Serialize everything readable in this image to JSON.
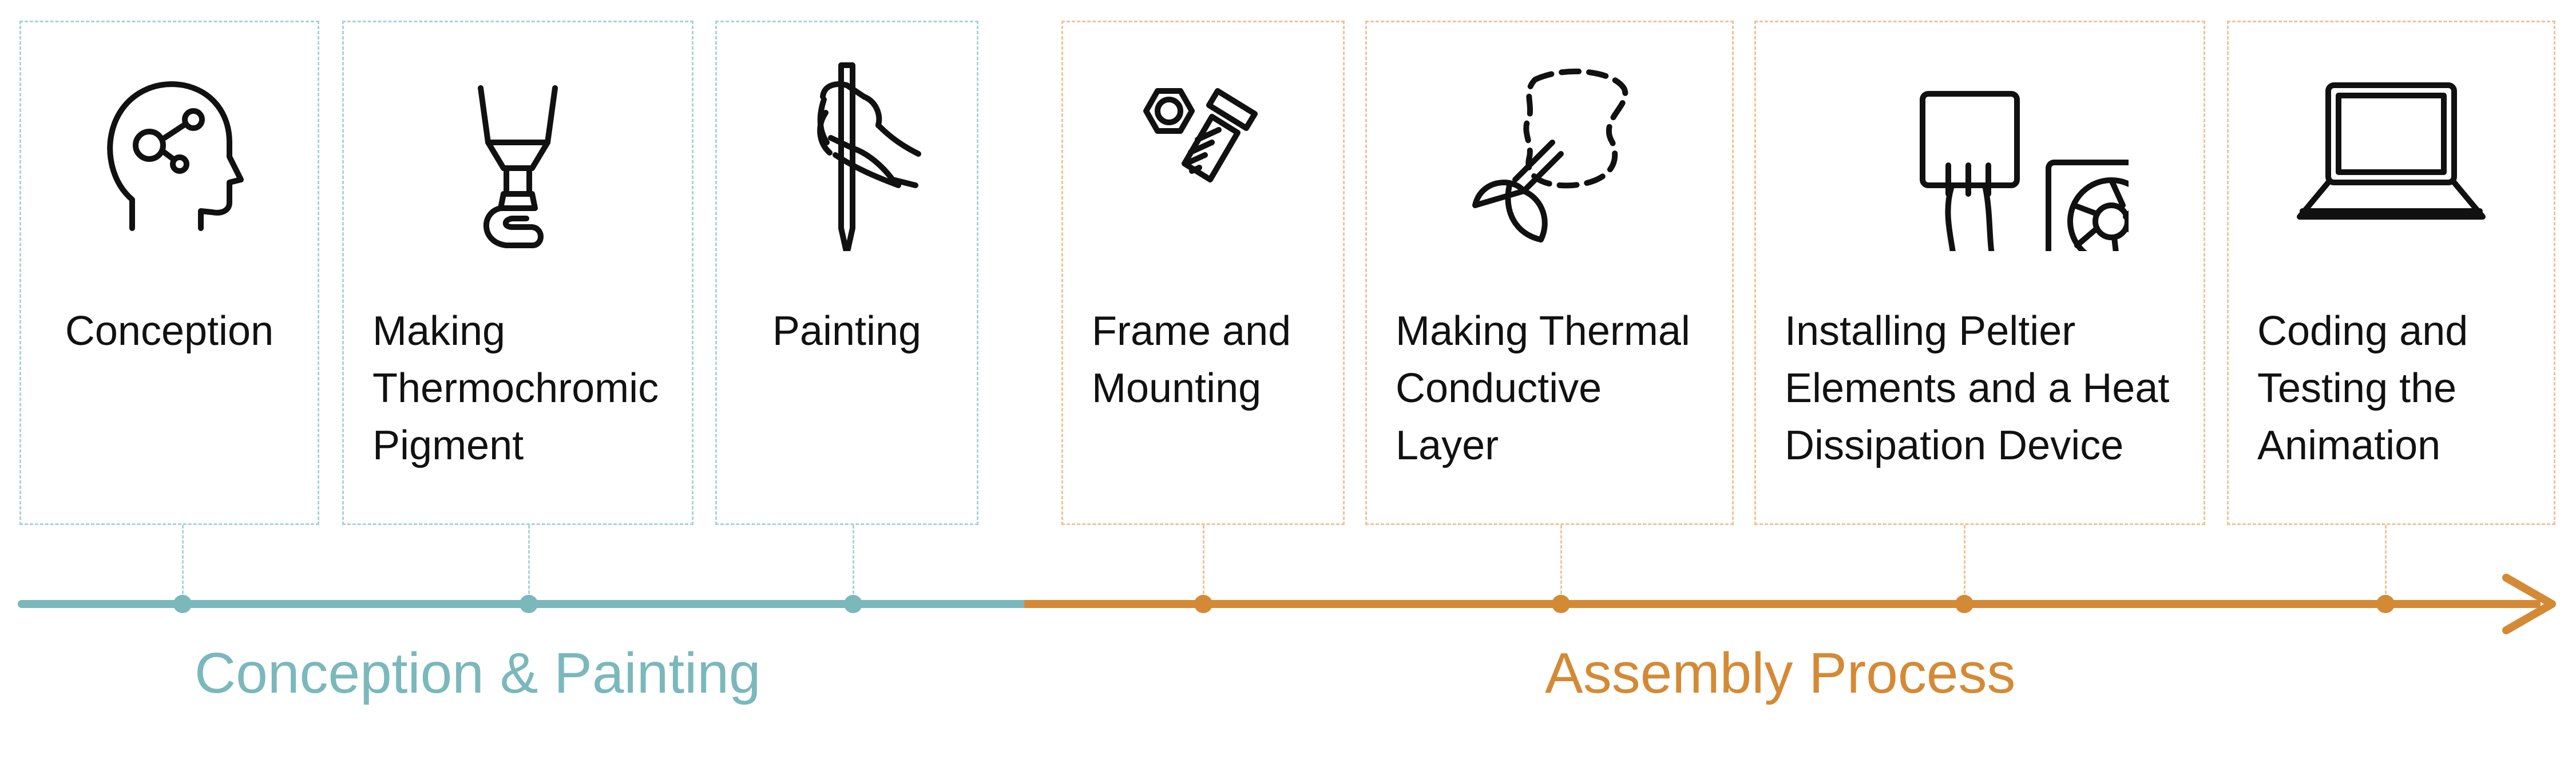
{
  "colors": {
    "phase1": "#7ab8bb",
    "phase2": "#d48a35",
    "phase1_border": "#a8d4d6",
    "phase2_border": "#f0c29a"
  },
  "phases": [
    {
      "label": "Conception & Painting"
    },
    {
      "label": "Assembly Process"
    }
  ],
  "steps": [
    {
      "label": "Conception",
      "icon": "head-idea-icon",
      "phase": 1
    },
    {
      "label": "Making\nThermochromic\nPigment",
      "icon": "pigment-dropper-icon",
      "phase": 1
    },
    {
      "label": "Painting",
      "icon": "hand-brush-icon",
      "phase": 1
    },
    {
      "label": "Frame and\nMounting",
      "icon": "nut-bolt-icon",
      "phase": 2
    },
    {
      "label": "Making Thermal\nConductive\nLayer",
      "icon": "scissors-cut-icon",
      "phase": 2
    },
    {
      "label": "Installing Peltier\nElements and a Heat\nDissipation Device",
      "icon": "peltier-fan-icon",
      "phase": 2
    },
    {
      "label": "Coding and\nTesting the\nAnimation",
      "icon": "laptop-icon",
      "phase": 2
    }
  ]
}
